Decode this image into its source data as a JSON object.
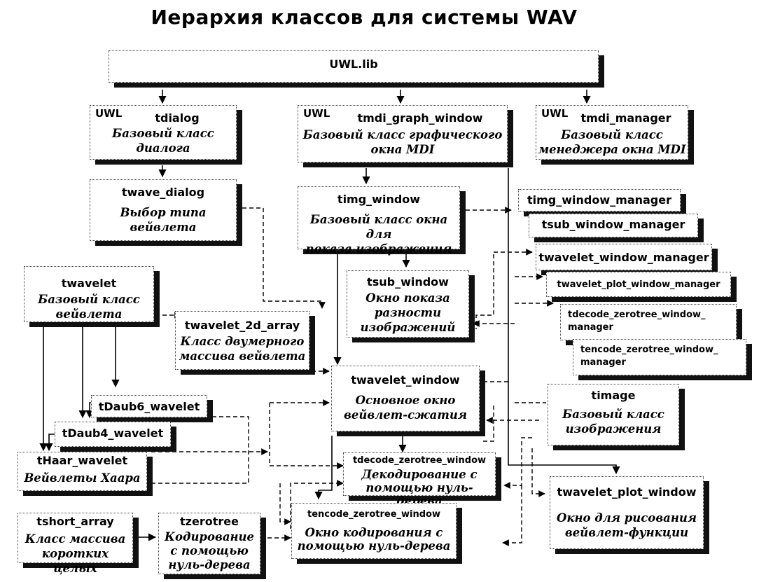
{
  "title": "Иерархия классов для системы WAV",
  "uwl_tag": "UWL",
  "boxes": {
    "uwl_lib": {
      "name": "UWL.lib"
    },
    "tdialog": {
      "name": "tdialog",
      "desc": "Базовый класс\nдиалога"
    },
    "tmdi_graph_window": {
      "name": "tmdi_graph_window",
      "desc": "Базовый класс графического\nокна MDI"
    },
    "tmdi_manager": {
      "name": "tmdi_manager",
      "desc": "Базовый класс\nменеджера окна MDI"
    },
    "twave_dialog": {
      "name": "twave_dialog",
      "desc": "Выбор типа\nвейвлета"
    },
    "timg_window": {
      "name": "timg_window",
      "desc": "Базовый класс окна для\nпоказа изображения"
    },
    "timg_window_manager": {
      "name": "timg_window_manager"
    },
    "tsub_window_manager": {
      "name": "tsub_window_manager"
    },
    "twavelet_window_manager": {
      "name": "twavelet_window_manager"
    },
    "twavelet_plot_window_manager": {
      "name": "twavelet_plot_window_manager"
    },
    "tdecode_zerotree_window_manager": {
      "name": "tdecode_zerotree_window_\nmanager"
    },
    "tencode_zerotree_window_manager": {
      "name": "tencode_zerotree_window_\nmanager"
    },
    "twavelet": {
      "name": "twavelet",
      "desc": "Базовый класс\nвейвлета"
    },
    "tsub_window": {
      "name": "tsub_window",
      "desc": "Окно показа\nразности\nизображений"
    },
    "twavelet_2d_array": {
      "name": "twavelet_2d_array",
      "desc": "Класс двумерного\nмассива вейвлета"
    },
    "twavelet_window": {
      "name": "twavelet_window",
      "desc": "Основное окно\nвейвлет-сжатия"
    },
    "timage": {
      "name": "timage",
      "desc": "Базовый класс\nизображения"
    },
    "tdaub6_wavelet": {
      "name": "tDaub6_wavelet"
    },
    "tdaub4_wavelet": {
      "name": "tDaub4_wavelet"
    },
    "thaar_wavelet": {
      "name": "tHaar_wavelet",
      "desc": "Вейвлеты Хаара"
    },
    "tdecode_zerotree_window": {
      "name": "tdecode_zerotree_window",
      "desc": "Декодирование с\nпомощью нуль-дерева"
    },
    "tencode_zerotree_window": {
      "name": "tencode_zerotree_window",
      "desc": "Окно кодирования с\nпомощью нуль-дерева"
    },
    "twavelet_plot_window": {
      "name": "twavelet_plot_window",
      "desc": "Окно для рисования\nвейвлет-функции"
    },
    "tshort_array": {
      "name": "tshort_array",
      "desc": "Класс массива\nкоротких целых"
    },
    "tzerotree": {
      "name": "tzerotree",
      "desc": "Кодирование\nс помощью\nнуль-дерева"
    }
  }
}
